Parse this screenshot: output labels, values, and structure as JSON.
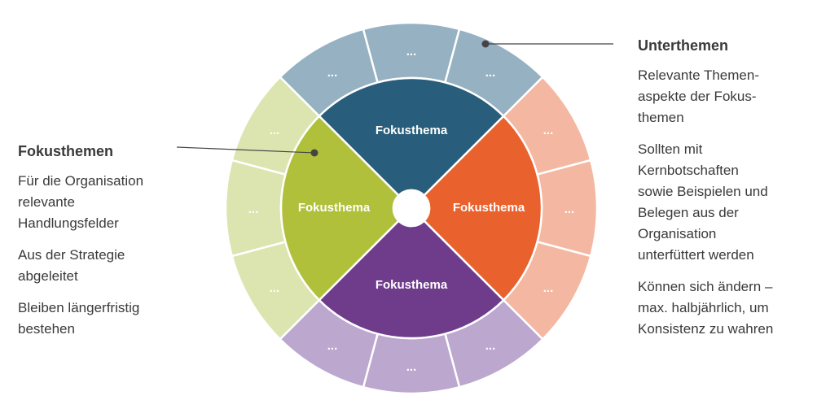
{
  "diagram": {
    "center_label": "Fokusthema",
    "cell_label": "...",
    "quadrants": [
      {
        "key": "top",
        "label": "Fokusthema",
        "color": "#285d7b",
        "outer_color": "#96b1c2"
      },
      {
        "key": "right",
        "label": "Fokusthema",
        "color": "#e9612d",
        "outer_color": "#f4b7a2"
      },
      {
        "key": "bottom",
        "label": "Fokusthema",
        "color": "#6e3c8b",
        "outer_color": "#bca7cf"
      },
      {
        "key": "left",
        "label": "Fokusthema",
        "color": "#b0c03a",
        "outer_color": "#dce4b0"
      }
    ],
    "hub_color": "#ffffff"
  },
  "left_panel": {
    "title": "Fokusthemen",
    "points": [
      "Für die Organisation\nrelevante\nHandlungsfelder",
      "Aus der Strategie\nabgeleitet",
      "Bleiben längerfristig\nbestehen"
    ]
  },
  "right_panel": {
    "title": "Unterthemen",
    "points": [
      "Relevante Themen-\naspekte der Fokus-\nthemen",
      "Sollten mit\nKernbotschaften\nsowie Beispielen und\nBelegen aus der\nOrganisation\nunterfüttert werden",
      "Können sich ändern –\nmax. halbjährlich, um\nKonsistenz zu wahren"
    ]
  },
  "callout_color": "#444444"
}
